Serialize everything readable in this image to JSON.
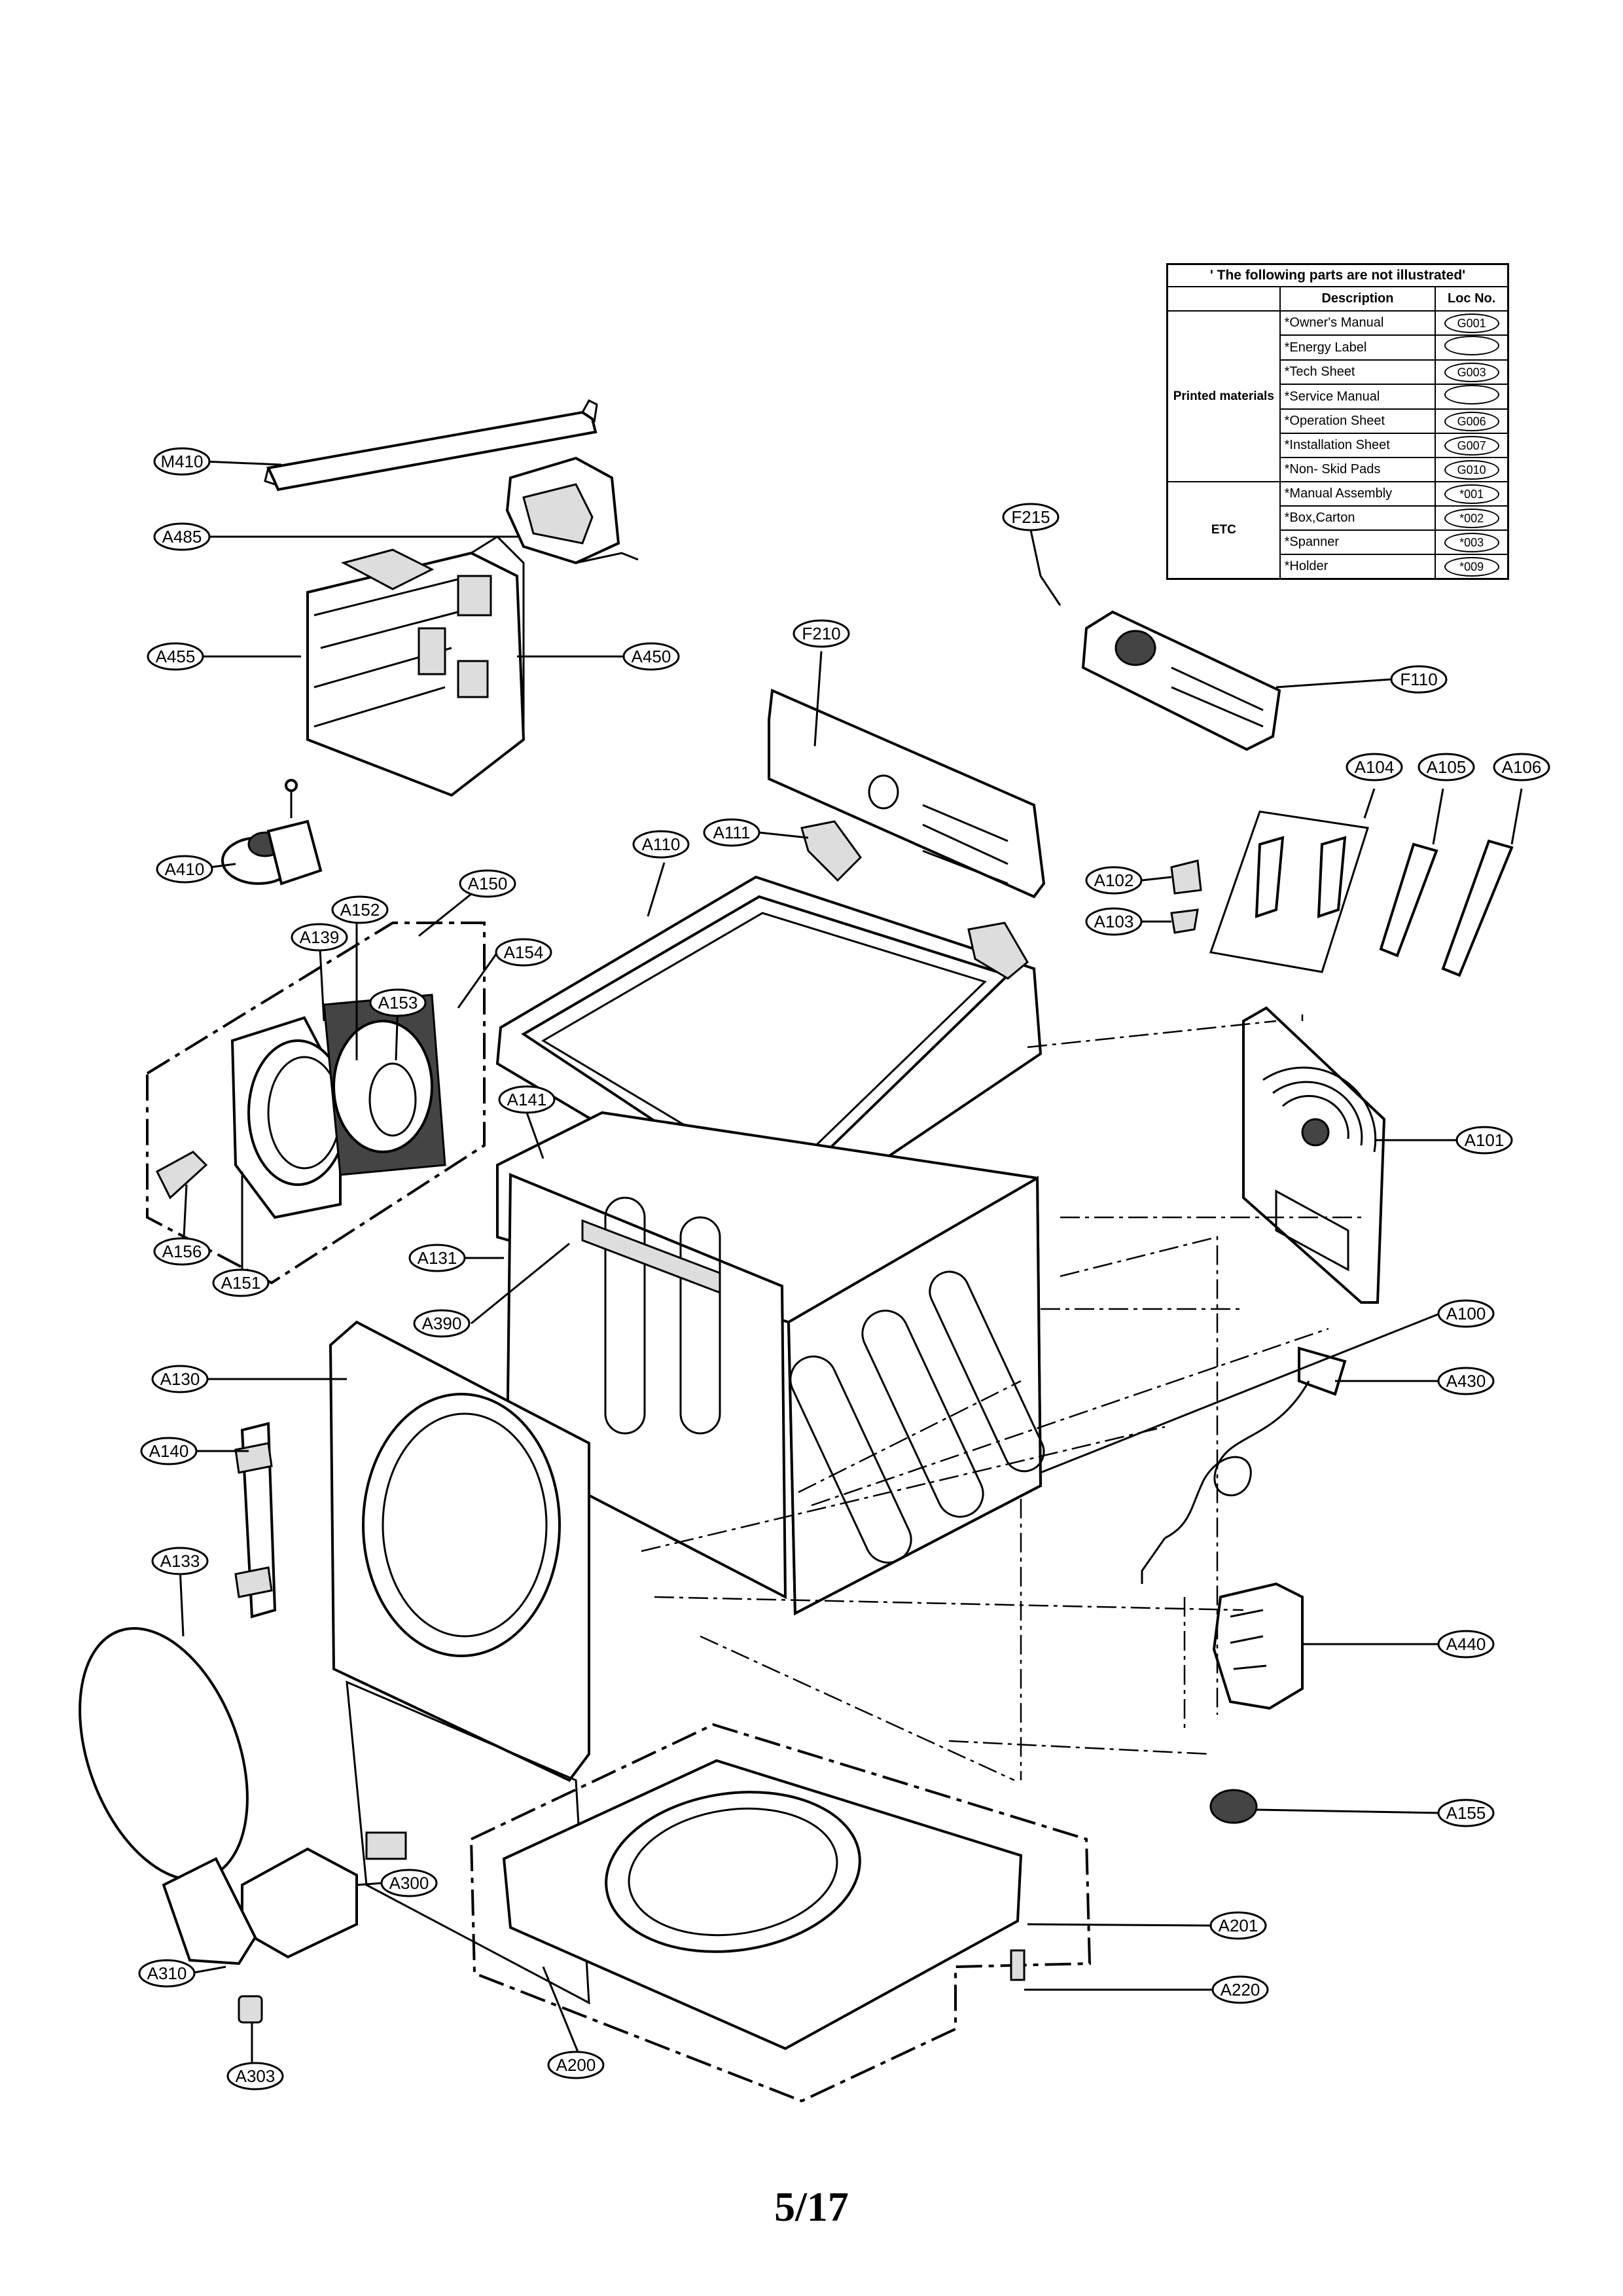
{
  "legend": {
    "title": "' The following parts are not illustrated'",
    "header_description": "Description",
    "header_loc": "Loc No.",
    "groups": [
      {
        "name": "Printed materials",
        "rows": [
          {
            "description": "*Owner's Manual",
            "loc": "G001"
          },
          {
            "description": "*Energy Label",
            "loc": ""
          },
          {
            "description": "*Tech Sheet",
            "loc": "G003"
          },
          {
            "description": "*Service Manual",
            "loc": ""
          },
          {
            "description": "*Operation Sheet",
            "loc": "G006"
          },
          {
            "description": "*Installation Sheet",
            "loc": "G007"
          },
          {
            "description": "*Non- Skid Pads",
            "loc": "G010"
          }
        ]
      },
      {
        "name": "ETC",
        "rows": [
          {
            "description": "*Manual Assembly",
            "loc": "*001"
          },
          {
            "description": "*Box,Carton",
            "loc": "*002"
          },
          {
            "description": "*Spanner",
            "loc": "*003"
          },
          {
            "description": "*Holder",
            "loc": "*009"
          }
        ]
      }
    ]
  },
  "callouts": [
    "M410",
    "A485",
    "A455",
    "A450",
    "A410",
    "A150",
    "A152",
    "A139",
    "A154",
    "A153",
    "A141",
    "A131",
    "A156",
    "A151",
    "A390",
    "A130",
    "A140",
    "A133",
    "A300",
    "A310",
    "A303",
    "A200",
    "F210",
    "F215",
    "F110",
    "A104",
    "A105",
    "A106",
    "A102",
    "A103",
    "A110",
    "A111",
    "A101",
    "A100",
    "A430",
    "A440",
    "A155",
    "A201",
    "A220"
  ],
  "page_number": "5/17"
}
